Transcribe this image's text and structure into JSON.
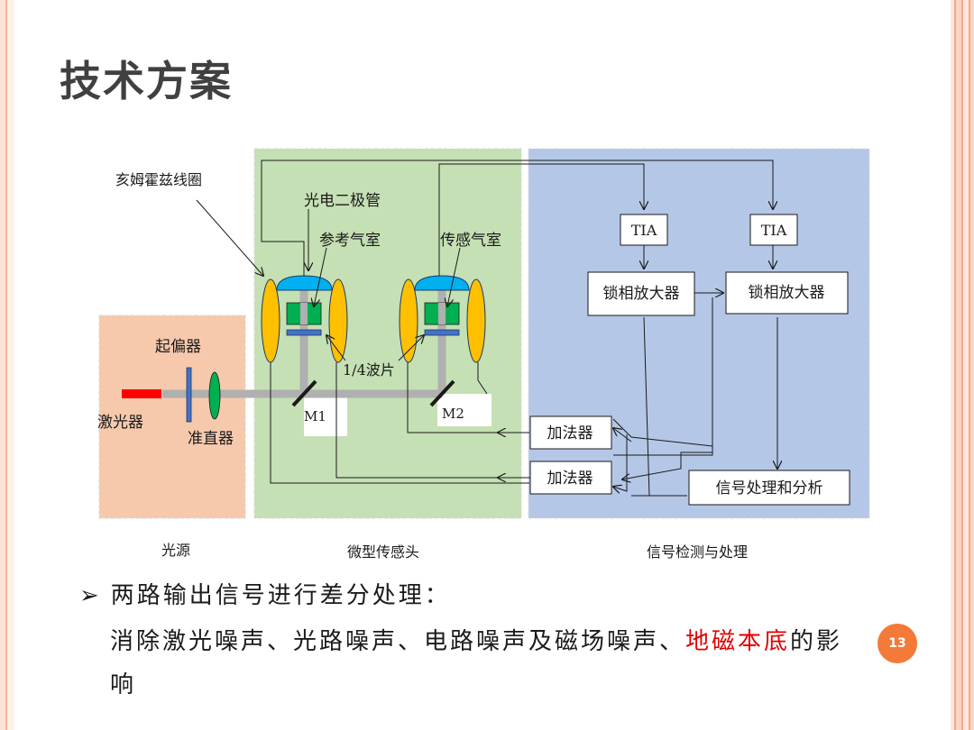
{
  "slide": {
    "title": "技术方案",
    "page_number": "13"
  },
  "diagram": {
    "labels": {
      "coil": "亥姆霍兹线圈",
      "photodiode": "光电二极管",
      "ref_cell": "参考气室",
      "sense_cell": "传感气室",
      "polarizer": "起偏器",
      "laser": "激光器",
      "collimator": "准直器",
      "quarter_wave": "1/4波片",
      "m1": "M1",
      "m2": "M2",
      "tia_1": "TIA",
      "tia_2": "TIA",
      "lockin_1": "锁相放大器",
      "lockin_2": "锁相放大器",
      "adder_1": "加法器",
      "adder_2": "加法器",
      "signal_proc": "信号处理和分析"
    },
    "regions": {
      "light_source": "光源",
      "micro_sensor": "微型传感头",
      "signal_detection": "信号检测与处理"
    },
    "colors": {
      "light_source_bg": "#f6c9ad",
      "sensor_bg": "#c5e0b4",
      "signal_bg": "#b4c7e7",
      "coil": "#ffc000",
      "photodiode": "#00b0f0",
      "cell": "#00b050",
      "laser": "#ff0000",
      "beam": "#b0b0b0"
    }
  },
  "content": {
    "bullet_arrow": "➢",
    "bullet": "两路输出信号进行差分处理：",
    "line_part1": "消除激光噪声、光路噪声、电路噪声及磁场噪声、",
    "line_red": "地磁本底",
    "line_part2": "的影响"
  }
}
